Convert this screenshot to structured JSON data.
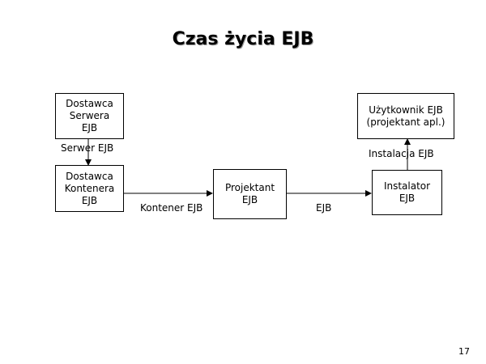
{
  "title": "Czas życia EJB",
  "boxes": {
    "server_provider": [
      "Dostawca",
      "Serwera",
      "EJB"
    ],
    "container_provider": [
      "Dostawca",
      "Kontenera",
      "EJB"
    ],
    "designer": [
      "Projektant",
      "EJB"
    ],
    "installer": [
      "Instalator",
      "EJB"
    ],
    "user": [
      "Użytkownik EJB",
      "(projektant apl.)"
    ]
  },
  "arrow_labels": {
    "server": "Serwer EJB",
    "container": "Kontener EJB",
    "ejb": "EJB",
    "installation": "Instalacja EJB"
  },
  "page_number": "17"
}
